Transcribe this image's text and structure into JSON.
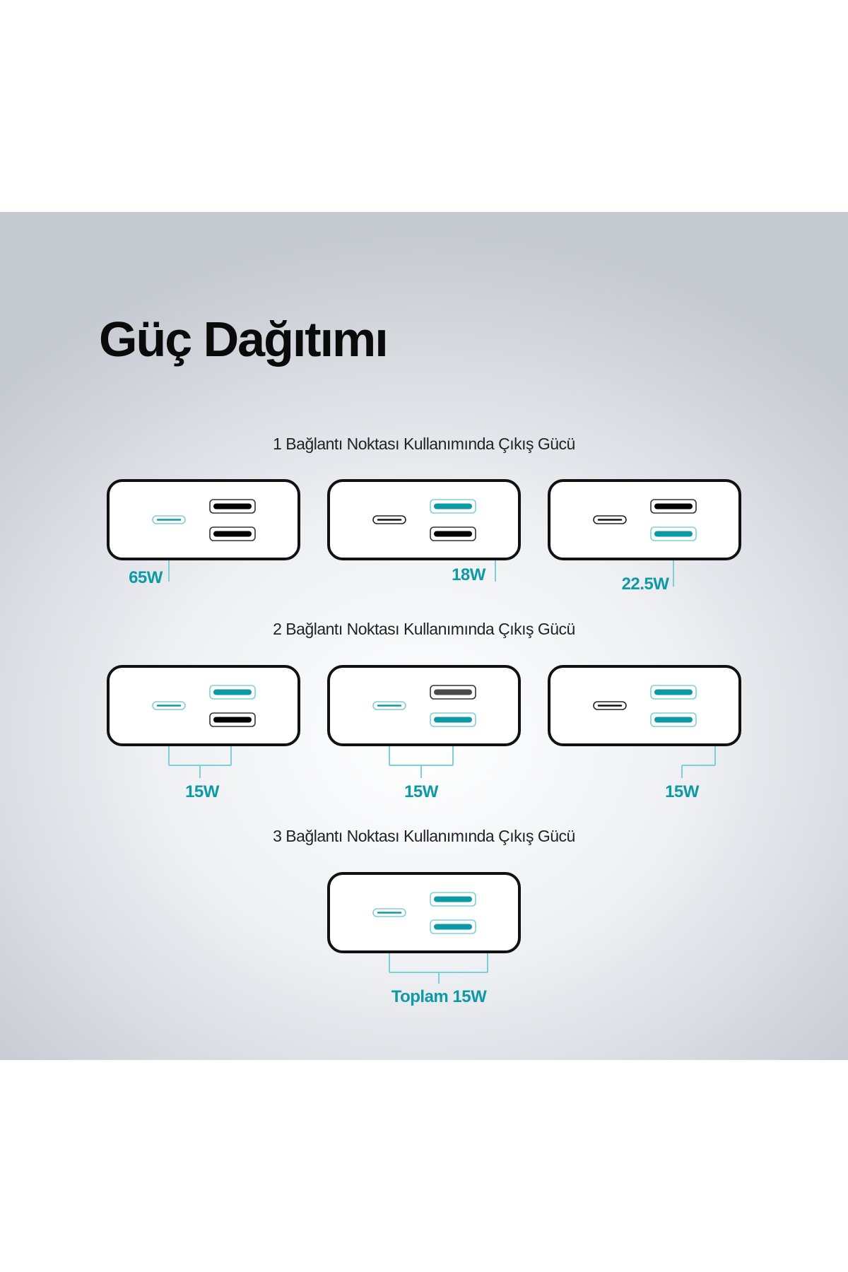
{
  "title": "Güç Dağıtımı",
  "colors": {
    "accent": "#0e9aa5",
    "accent_light": "#7fd0d6",
    "port_dark": "#000000",
    "port_gray": "#4a4a4a"
  },
  "sections": [
    {
      "heading": "1 Bağlantı Noktası Kullanımında Çıkış Gücü",
      "diagrams": [
        {
          "active_ports": [
            "usb-c"
          ],
          "label": "65W"
        },
        {
          "active_ports": [
            "usb-a-top"
          ],
          "label": "18W"
        },
        {
          "active_ports": [
            "usb-a-bottom"
          ],
          "label": "22.5W"
        }
      ]
    },
    {
      "heading": "2 Bağlantı Noktası Kullanımında Çıkış Gücü",
      "diagrams": [
        {
          "active_ports": [
            "usb-c",
            "usb-a-top"
          ],
          "label": "15W"
        },
        {
          "active_ports": [
            "usb-c",
            "usb-a-bottom"
          ],
          "label": "15W"
        },
        {
          "active_ports": [
            "usb-a-top",
            "usb-a-bottom"
          ],
          "label": "15W"
        }
      ]
    },
    {
      "heading": "3 Bağlantı Noktası Kullanımında Çıkış Gücü",
      "diagrams": [
        {
          "active_ports": [
            "usb-c",
            "usb-a-top",
            "usb-a-bottom"
          ],
          "label": "Toplam 15W"
        }
      ]
    }
  ]
}
